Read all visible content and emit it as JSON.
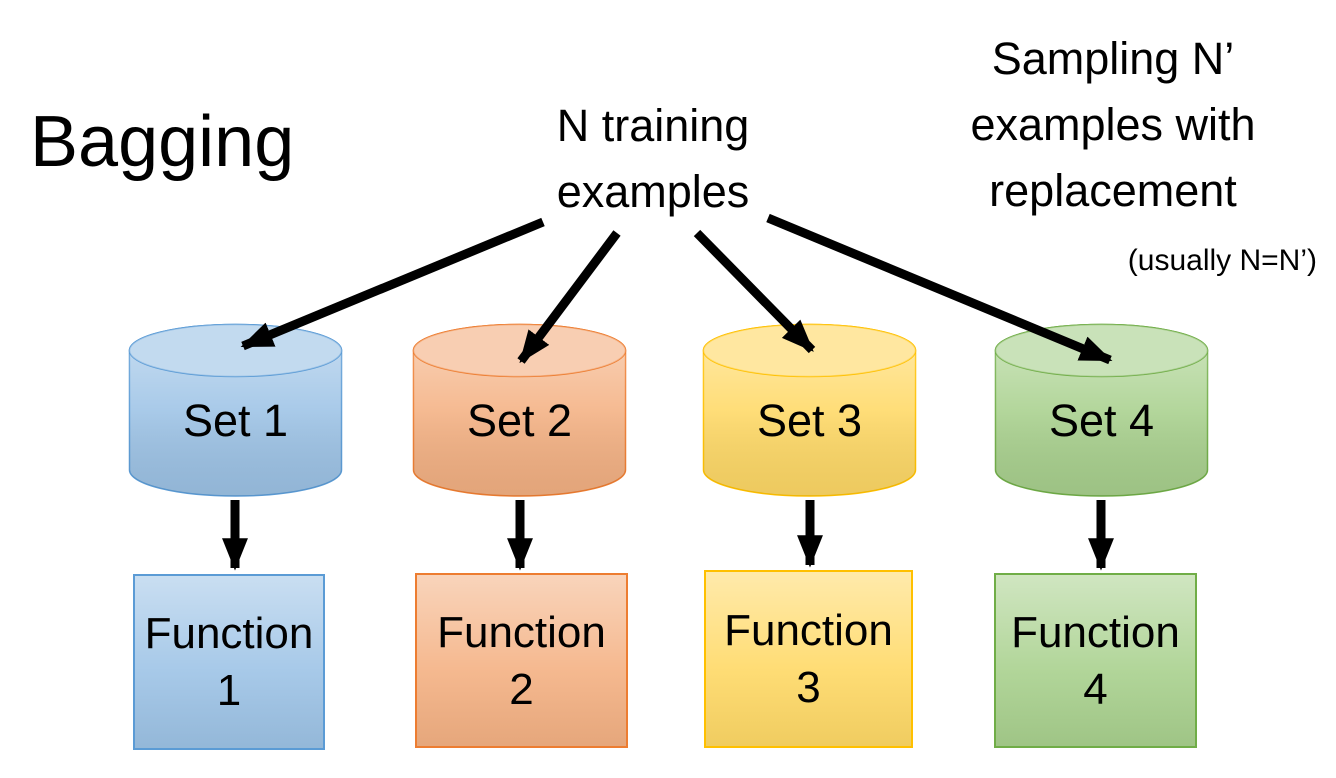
{
  "slide": {
    "title": "Bagging"
  },
  "labels": {
    "training": {
      "line1": "N training",
      "line2": "examples"
    },
    "sampling": {
      "line1": "Sampling N’",
      "line2": "examples with",
      "line3": "replacement",
      "note": "(usually N=N’)"
    }
  },
  "colors": {
    "arrow": "#000000",
    "text": "#000000",
    "background": "#ffffff"
  },
  "sets": [
    {
      "label": "Set 1",
      "fill": "#9DC3E6",
      "border": "#5B9BD5"
    },
    {
      "label": "Set 2",
      "fill": "#F4B183",
      "border": "#ED7D31"
    },
    {
      "label": "Set 3",
      "fill": "#FFD966",
      "border": "#FFC000"
    },
    {
      "label": "Set 4",
      "fill": "#A9D18E",
      "border": "#70AD47"
    }
  ],
  "functions": [
    {
      "line1": "Function",
      "line2": "1",
      "fill": "#9DC3E6",
      "border": "#5B9BD5"
    },
    {
      "line1": "Function",
      "line2": "2",
      "fill": "#F4B183",
      "border": "#ED7D31"
    },
    {
      "line1": "Function",
      "line2": "3",
      "fill": "#FFD966",
      "border": "#FFC000"
    },
    {
      "line1": "Function",
      "line2": "4",
      "fill": "#A9D18E",
      "border": "#70AD47"
    }
  ]
}
